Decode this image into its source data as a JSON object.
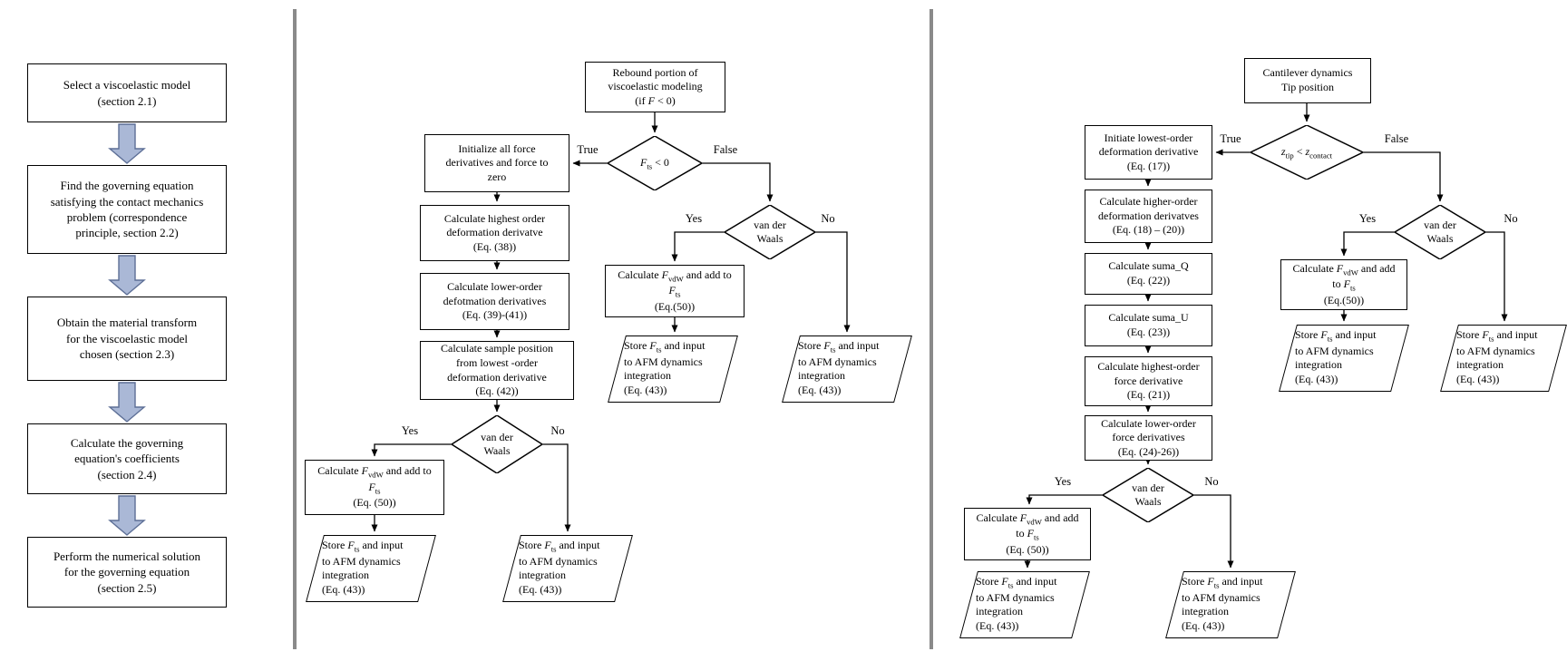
{
  "colors": {
    "background": "#ffffff",
    "node_border": "#000000",
    "connector": "#000000",
    "divider": "#8a8a8a",
    "panel1_arrow_fill": "#aab8d6",
    "panel1_arrow_stroke": "#5d6f96"
  },
  "panel1": {
    "steps": [
      "Select a viscoelastic model\n(section 2.1)",
      "Find the governing equation\nsatisfying the contact mechanics\nproblem (correspondence\nprinciple, section 2.2)",
      "Obtain the material transform\nfor the viscoelastic model\nchosen (section 2.3)",
      "Calculate the governing\nequation's coefficients\n(section 2.4)",
      "Perform the numerical solution\nfor the governing equation\n(section 2.5)"
    ]
  },
  "panel2": {
    "start": {
      "l1": "Rebound portion of",
      "l2": "viscoelastic modeling",
      "l3_pre": "(if ",
      "l3_var": "F",
      "l3_post": " < 0)"
    },
    "decision1": {
      "var": "F",
      "sub": "ts",
      "rest": " < 0"
    },
    "branch_true": "True",
    "branch_false": "False",
    "branch_yes": "Yes",
    "branch_no": "No",
    "init_box": "Initialize all force\nderivatives and force to\nzero",
    "highest_order_box": "Calculate highest order\ndeformation derivatve\n(Eq. (38))",
    "lower_order_box": "Calculate lower-order\ndefotmation derivatives\n(Eq. (39)-(41))",
    "sample_position_box": "Calculate sample position\nfrom lowest -order\ndeformation derivative\n(Eq. (42))",
    "vdw_decision": "van der\nWaals"
  },
  "panel3": {
    "start": "Cantilever dynamics\nTip position",
    "decision1": {
      "var1": "z",
      "sub1": "tip",
      "mid": " < ",
      "var2": "z",
      "sub2": "contact"
    },
    "branch_true": "True",
    "branch_false": "False",
    "branch_yes": "Yes",
    "branch_no": "No",
    "initiate_box": "Initiate lowest-order\ndeformation derivative\n(Eq. (17))",
    "higher_order_box": "Calculate higher-order\ndeformation derivatves\n(Eq. (18) – (20))",
    "suma_q_box": "Calculate suma_Q\n(Eq. (22))",
    "suma_u_box": "Calculate suma_U\n(Eq. (23))",
    "highest_force_box": "Calculate highest-order\nforce derivative\n(Eq. (21))",
    "lower_force_box": "Calculate lower-order\nforce derivatives\n(Eq. (24)-26))",
    "vdw_decision": "van der\nWaals"
  },
  "shared": {
    "calc_vdw": {
      "calc": "Calculate ",
      "F": "F",
      "vdW": "vdW",
      "ts": "ts",
      "and_add_to": " and add to",
      "and_add": " and add",
      "to": "to ",
      "eq50": "(Eq. (50))",
      "eq50_tight": "(Eq.(50))"
    },
    "store": {
      "store": "Store ",
      "F": "F",
      "ts": "ts",
      "and_input": " and input",
      "l2": "to AFM dynamics",
      "l3": "integration",
      "eq43": "(Eq. (43))"
    }
  }
}
